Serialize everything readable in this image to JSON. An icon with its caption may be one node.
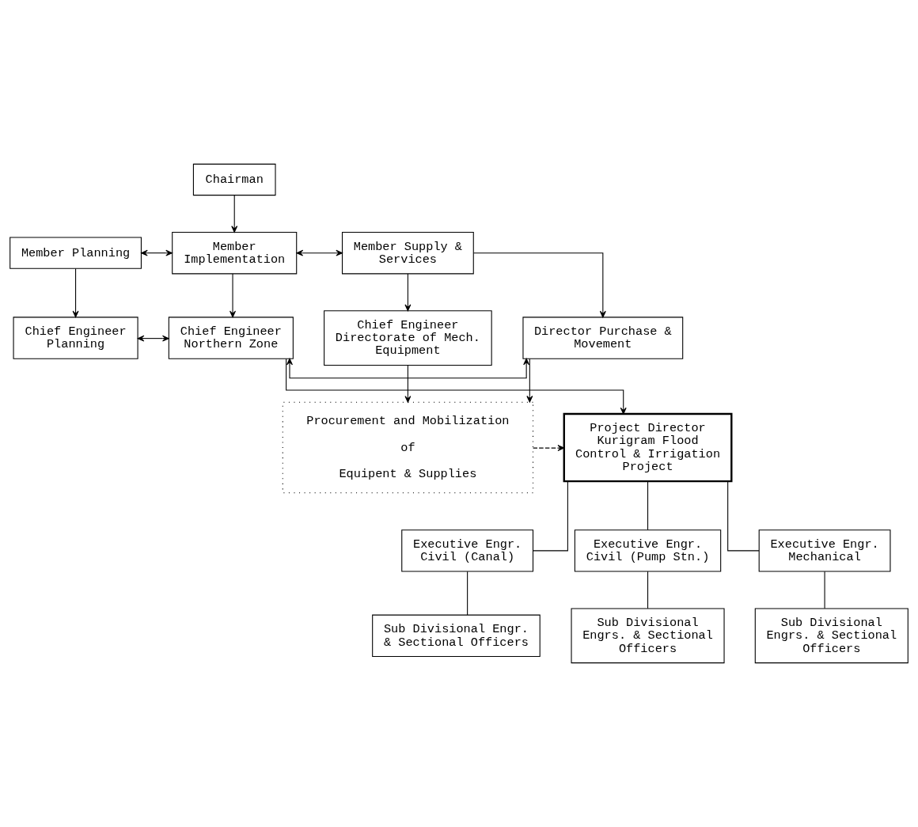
{
  "diagram": {
    "nodes": [
      {
        "text": [
          "Chairman"
        ]
      },
      {
        "text": [
          "Member Planning"
        ]
      },
      {
        "text": [
          "Member Implementation"
        ]
      },
      {
        "text": [
          "Member Supply & Services"
        ]
      },
      {
        "text": [
          "Chief Engineer Planning"
        ]
      },
      {
        "text": [
          "Chief Engineer Northern Zone"
        ]
      },
      {
        "text": [
          "Director Purchase & Movement"
        ]
      },
      {
        "text": [
          "Chief Engineer Directorate of Mech. Equipment"
        ]
      },
      {
        "text": [
          "Project Director Kurigram Flood Control & Irrigation Project"
        ]
      },
      {
        "text": [
          "Procurement and Mobilization",
          "of",
          "Equipent & Supplies"
        ]
      },
      {
        "text": [
          "Executive Engr. Civil (Canal)"
        ]
      },
      {
        "text": [
          "Executive Engr. Civil (Pump Stn.)"
        ]
      },
      {
        "text": [
          "Executive Engr. Mechanical"
        ]
      },
      {
        "text": [
          "Sub Divisional Engr. & Sectional Officers"
        ]
      },
      {
        "text": [
          "Sub Divisional Engrs. & Sectional Officers"
        ]
      },
      {
        "text": [
          "Sub Divisional Engrs. & Sectional Officers"
        ]
      }
    ],
    "edges": [
      {
        "from": 0,
        "to": 2,
        "arrow": "to"
      },
      {
        "from": 1,
        "to": 2,
        "arrow": "both"
      },
      {
        "from": 2,
        "to": 3,
        "arrow": "both"
      },
      {
        "from": 1,
        "to": 4,
        "arrow": "to"
      },
      {
        "from": 2,
        "to": 5,
        "arrow": "to"
      },
      {
        "from": 3,
        "to": 6,
        "arrow": "to"
      },
      {
        "from": 3,
        "to": 7,
        "arrow": "to"
      },
      {
        "from": 4,
        "to": 5,
        "arrow": "both"
      },
      {
        "from": 5,
        "to": 6,
        "arrow": "both"
      },
      {
        "from": 5,
        "to": 8,
        "arrow": "to"
      },
      {
        "from": 6,
        "to": 9,
        "arrow": "to"
      },
      {
        "from": 7,
        "to": 9,
        "arrow": "to"
      },
      {
        "from": 9,
        "to": 8,
        "arrow": "to",
        "style": "dashed"
      },
      {
        "from": 8,
        "to": 10,
        "arrow": "none"
      },
      {
        "from": 8,
        "to": 11,
        "arrow": "none"
      },
      {
        "from": 8,
        "to": 12,
        "arrow": "none"
      },
      {
        "from": 10,
        "to": 13,
        "arrow": "none"
      },
      {
        "from": 11,
        "to": 14,
        "arrow": "none"
      },
      {
        "from": 12,
        "to": 15,
        "arrow": "none"
      }
    ]
  }
}
